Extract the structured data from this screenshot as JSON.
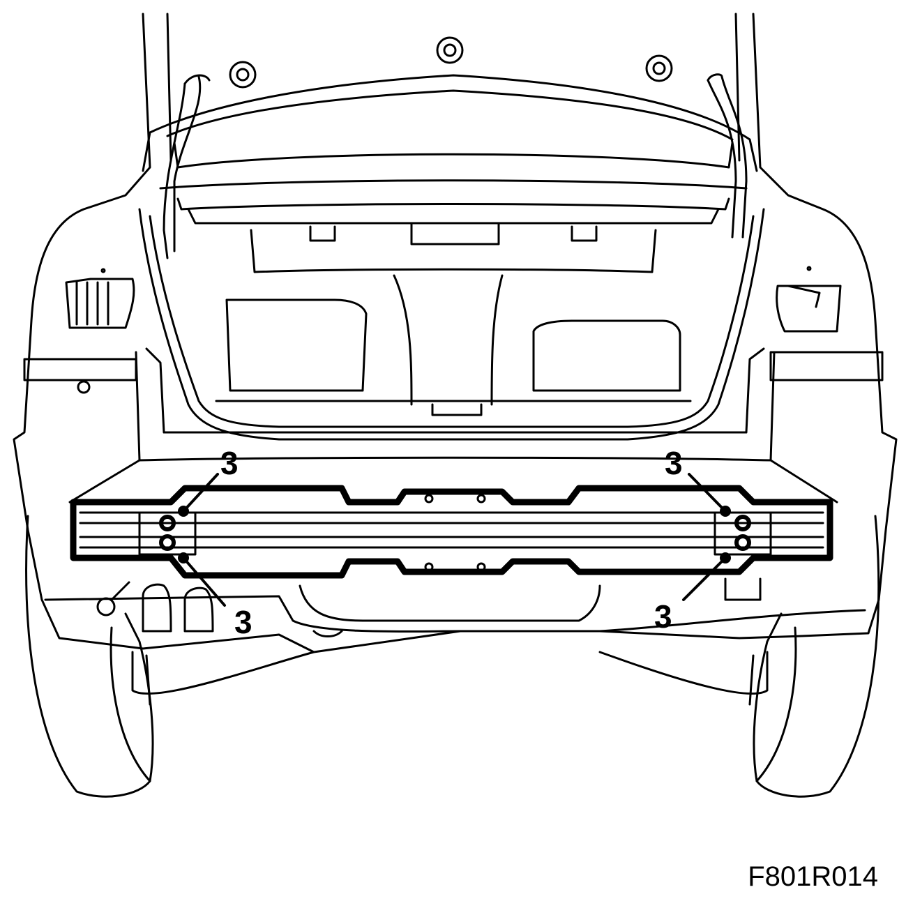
{
  "figure": {
    "id": "F801R014"
  },
  "callouts": [
    "3",
    "3",
    "3",
    "3"
  ],
  "colors": {
    "line": "#000000",
    "background": "#ffffff"
  }
}
